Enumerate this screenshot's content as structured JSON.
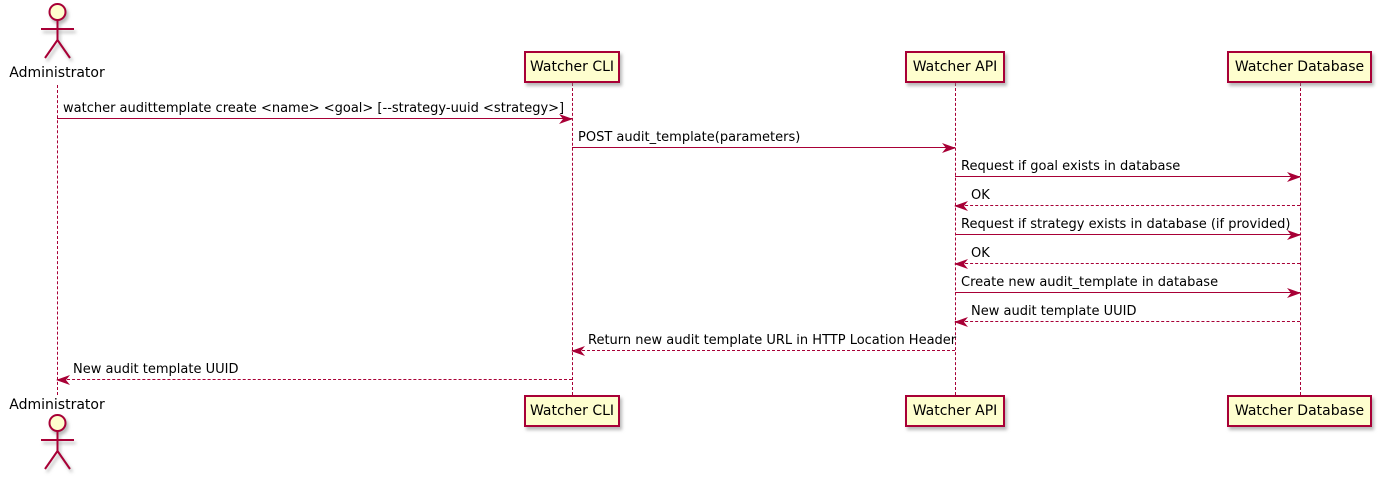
{
  "diagram": {
    "type": "uml-sequence",
    "colors": {
      "stroke": "#A80036",
      "fill": "#FEFECE",
      "text": "#000000"
    },
    "participants": [
      {
        "id": "administrator",
        "name": "Administrator",
        "kind": "actor"
      },
      {
        "id": "watcher-cli",
        "name": "Watcher CLI",
        "kind": "participant"
      },
      {
        "id": "watcher-api",
        "name": "Watcher API",
        "kind": "participant"
      },
      {
        "id": "watcher-database",
        "name": "Watcher Database",
        "kind": "participant"
      }
    ],
    "messages": [
      {
        "from": "Administrator",
        "to": "Watcher CLI",
        "line": "solid",
        "label": "watcher audittemplate create <name> <goal> [--strategy-uuid <strategy>]"
      },
      {
        "from": "Watcher CLI",
        "to": "Watcher API",
        "line": "solid",
        "label": "POST audit_template(parameters)"
      },
      {
        "from": "Watcher API",
        "to": "Watcher Database",
        "line": "solid",
        "label": "Request if goal exists in database"
      },
      {
        "from": "Watcher Database",
        "to": "Watcher API",
        "line": "dashed",
        "label": "OK"
      },
      {
        "from": "Watcher API",
        "to": "Watcher Database",
        "line": "solid",
        "label": "Request if strategy exists in database (if provided)"
      },
      {
        "from": "Watcher Database",
        "to": "Watcher API",
        "line": "dashed",
        "label": "OK"
      },
      {
        "from": "Watcher API",
        "to": "Watcher Database",
        "line": "solid",
        "label": "Create new audit_template in database"
      },
      {
        "from": "Watcher Database",
        "to": "Watcher API",
        "line": "dashed",
        "label": "New audit template UUID"
      },
      {
        "from": "Watcher API",
        "to": "Watcher CLI",
        "line": "dashed",
        "label": "Return new audit template URL in HTTP Location Header"
      },
      {
        "from": "Watcher CLI",
        "to": "Administrator",
        "line": "dashed",
        "label": "New audit template UUID"
      }
    ]
  }
}
